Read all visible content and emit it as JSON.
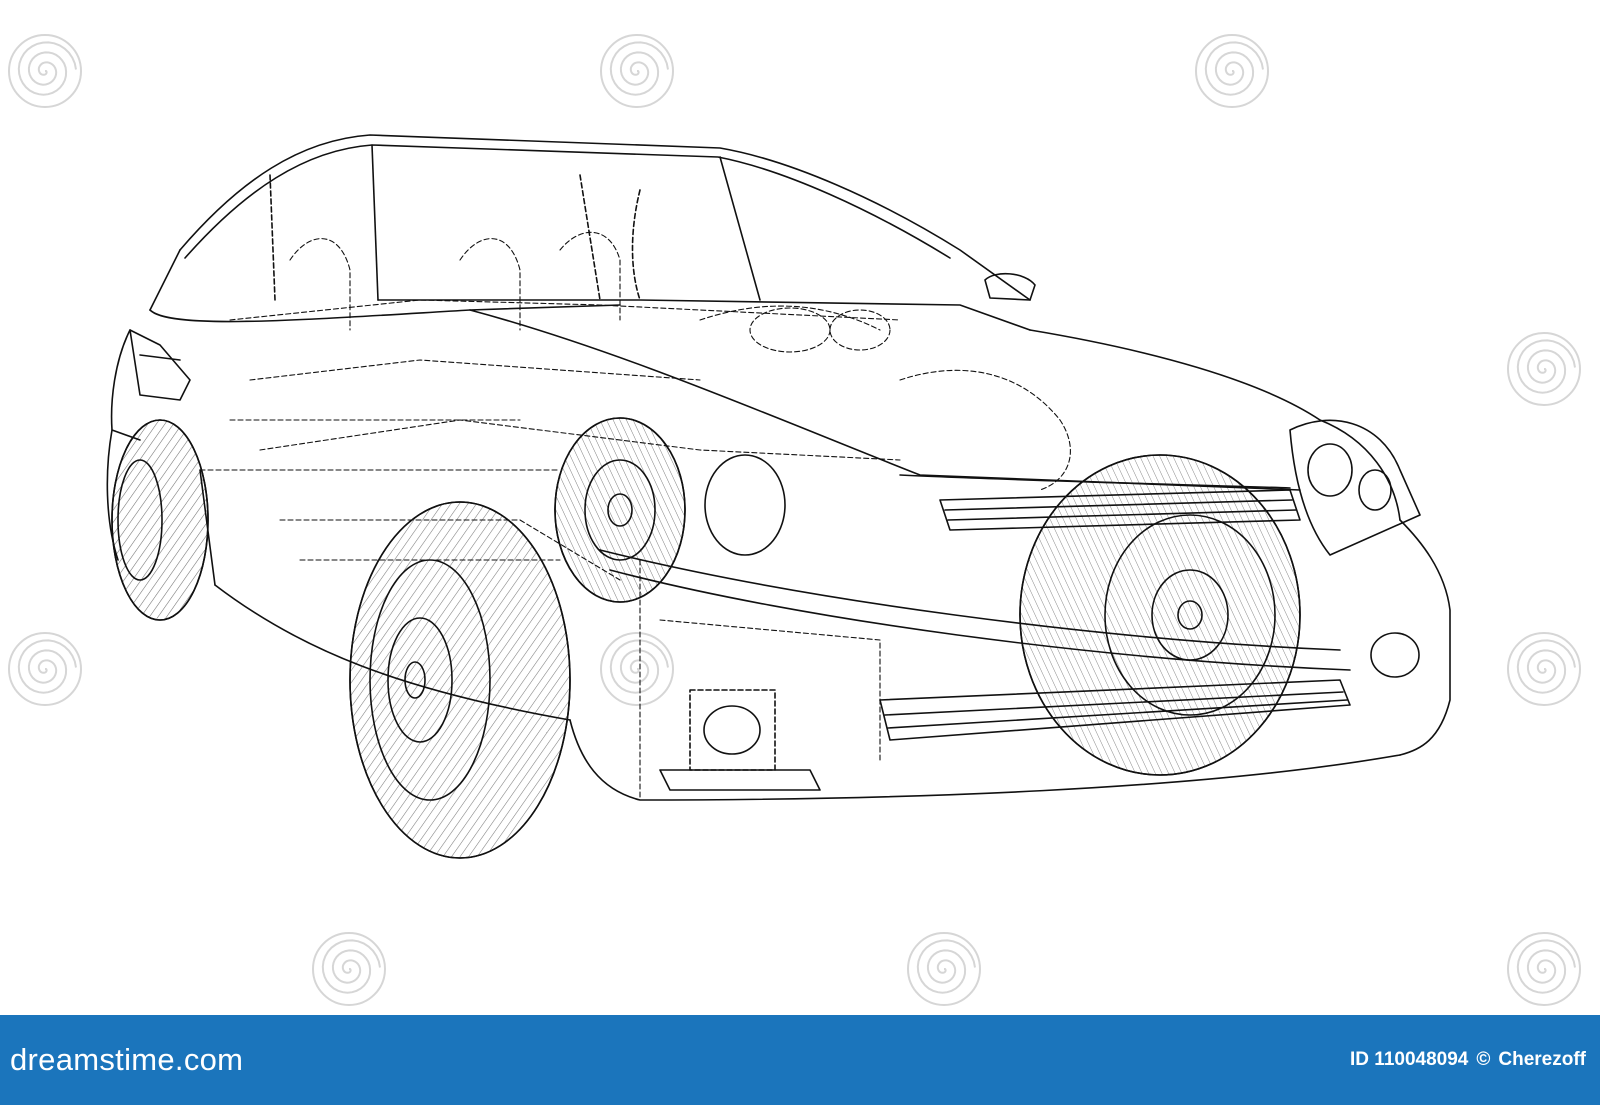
{
  "image": {
    "subject": "car-wireframe-drawing",
    "line_color": "#111111",
    "background_color": "#ffffff"
  },
  "footer": {
    "background_color": "#1b75bc",
    "text_color": "#ffffff",
    "brand_text": "dreamstime.com",
    "id_text": "ID 110048094",
    "copyright_symbol": "©",
    "author_text": "Cherezoff"
  },
  "watermark": {
    "icon": "spiral-logo-icon",
    "color": "#d6d6d6"
  }
}
